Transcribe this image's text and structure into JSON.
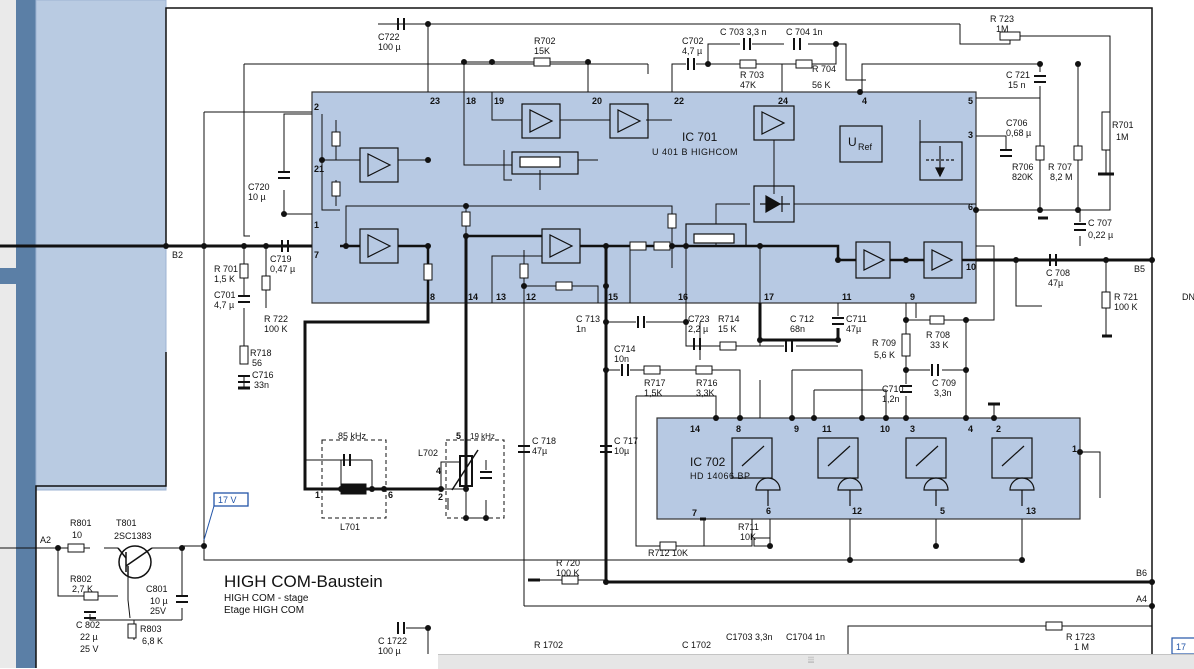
{
  "title": {
    "main": "HIGH COM-Baustein",
    "en": "HIGH COM - stage",
    "fr": "Etage HIGH COM"
  },
  "badge": {
    "v17": "17 V",
    "v17_edge": "17"
  },
  "ic701": {
    "name": "IC 701",
    "part": "U 401 B  HIGHCOM",
    "uref_a": "U",
    "uref_b": "Ref"
  },
  "ic702": {
    "name": "IC 702",
    "part": "HD 14066 BP"
  },
  "nets": {
    "b2": "B2",
    "b5": "B5",
    "b6": "B6",
    "a2": "A2",
    "a4": "A4",
    "dn": "DN"
  },
  "freq": {
    "f85": "85 kHz",
    "f19": "19 kHz"
  },
  "coils": {
    "l701": "L701",
    "l702": "L702"
  },
  "transistor": {
    "name": "T801",
    "part": "2SC1383"
  },
  "pins701": {
    "p1": "1",
    "p2": "2",
    "p3": "3",
    "p4": "4",
    "p5": "5",
    "p6": "6",
    "p7": "7",
    "p8": "8",
    "p9": "9",
    "p10": "10",
    "p11": "11",
    "p12": "12",
    "p13": "13",
    "p14": "14",
    "p15": "15",
    "p16": "16",
    "p17": "17",
    "p18": "18",
    "p19": "19",
    "p20": "20",
    "p21": "21",
    "p22": "22",
    "p23": "23",
    "p24": "24"
  },
  "pins702": {
    "p1": "1",
    "p2": "2",
    "p3": "3",
    "p4": "4",
    "p5": "5",
    "p6": "6",
    "p7": "7",
    "p8": "8",
    "p9": "9",
    "p10": "10",
    "p11": "11",
    "p12": "12",
    "p13": "13",
    "p14": "14"
  },
  "coilpins": {
    "a1": "1",
    "a6": "6",
    "b2": "2",
    "b4": "4",
    "b5": "5"
  },
  "parts": {
    "c722n": "C722",
    "c722v": "100 µ",
    "r702n": "R702",
    "r702v": "15K",
    "c702n": "C702",
    "c702v": "4,7 µ",
    "c703": "C 703  3,3 n",
    "c704": "C 704  1n",
    "r703n": "R 703",
    "r703v": "47K",
    "r704n": "R 704",
    "r704v": "56 K",
    "r723n": "R 723",
    "r723v": "1M",
    "c721n": "C 721",
    "c721v": "15 n",
    "c706n": "C706",
    "c706v": "0,68 µ",
    "r701pn": "R701",
    "r701pv": "1M",
    "r706n": "R706",
    "r706v": "820K",
    "r707n": "R 707",
    "r707v": "8,2 M",
    "c707n": "C 707",
    "c707v": "0,22 µ",
    "c720n": "C720",
    "c720v": "10 µ",
    "r701n": "R 701",
    "r701v": "1,5 K",
    "c719n": "C719",
    "c719v": "0,47 µ",
    "c701n": "C701",
    "c701v": "4,7 µ",
    "r722n": "R 722",
    "r722v": "100 K",
    "r718n": "R718",
    "r718v": "56",
    "c716n": "C716",
    "c716v": "33n",
    "c713n": "C 713",
    "c713v": "1n",
    "c723n": "C723",
    "c723v": "2,2 µ",
    "r714n": "R714",
    "r714v": "15 K",
    "c712n": "C 712",
    "c712v": "68n",
    "c711n": "C711",
    "c711v": "47µ",
    "c714n": "C714",
    "c714v": "10n",
    "r717n": "R717",
    "r717v": "1,5K",
    "r716n": "R716",
    "r716v": "3,3K",
    "r709n": "R 709",
    "r709v": "5,6 K",
    "r708n": "R 708",
    "r708v": "33 K",
    "c710n": "C710",
    "c710v": "1,2n",
    "c709n": "C 709",
    "c709v": "3,3n",
    "c708n": "C 708",
    "c708v": "47µ",
    "r721n": "R 721",
    "r721v": "100 K",
    "c718n": "C 718",
    "c718v": "47µ",
    "c717n": "C 717",
    "c717v": "10µ",
    "r711n": "R711",
    "r711v": "10K",
    "r712": "R712  10K",
    "r720n": "R 720",
    "r720v": "100 K",
    "r801n": "R801",
    "r801v": "10",
    "r802n": "R802",
    "r802v": "2,7 K",
    "c801n": "C801",
    "c801v": "10 µ",
    "c801w": "25V",
    "c802n": "C 802",
    "c802v": "22 µ",
    "c802w": "25 V",
    "r803n": "R803",
    "r803v": "6,8 K",
    "c1722n": "C 1722",
    "c1722v": "100 µ",
    "r1702": "R 1702",
    "c1702": "C 1702",
    "c1703": "C1703  3,3n",
    "c1704": "C1704  1n",
    "r1723n": "R 1723",
    "r1723v": "1 M"
  }
}
